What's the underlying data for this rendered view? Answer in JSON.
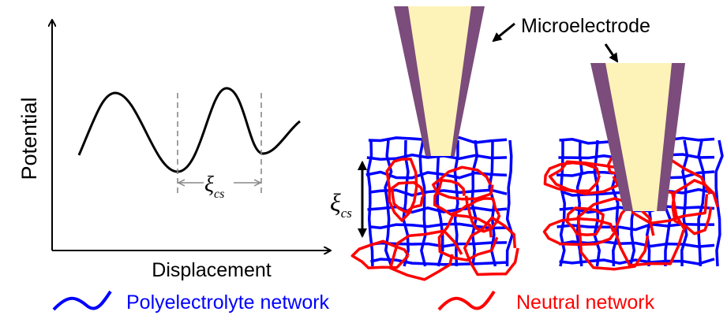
{
  "plot": {
    "y_label": "Potential",
    "x_label": "Displacement",
    "period_symbol": "ξ",
    "period_subscript": "cs"
  },
  "network": {
    "size_symbol": "ξ",
    "size_subscript": "cs"
  },
  "electrode_label": "Microelectrode",
  "legend": [
    {
      "label": "Polyelectrolyte network",
      "color": "#0000ff"
    },
    {
      "label": "Neutral network",
      "color": "#ff0000"
    }
  ],
  "colors": {
    "electrode_wall": "#7b4c7c",
    "electrode_core": "#fdf3b8"
  }
}
